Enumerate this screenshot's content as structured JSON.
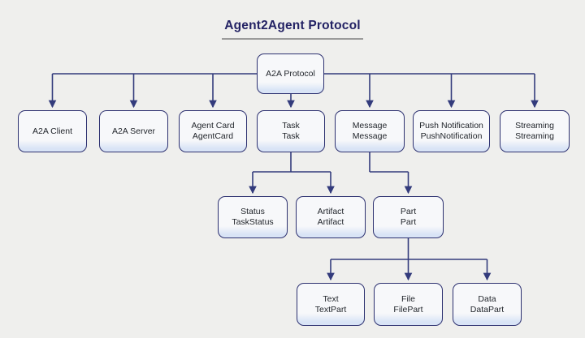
{
  "title": "Agent2Agent Protocol",
  "diagram": {
    "nodes": [
      {
        "id": "a2a-protocol",
        "lines": [
          "A2A Protocol"
        ]
      },
      {
        "id": "a2a-client",
        "lines": [
          "A2A Client"
        ]
      },
      {
        "id": "a2a-server",
        "lines": [
          "A2A Server"
        ]
      },
      {
        "id": "agent-card",
        "lines": [
          "Agent Card",
          "AgentCard"
        ]
      },
      {
        "id": "task",
        "lines": [
          "Task",
          "Task"
        ]
      },
      {
        "id": "message",
        "lines": [
          "Message",
          "Message"
        ]
      },
      {
        "id": "push-notification",
        "lines": [
          "Push Notification",
          "PushNotification"
        ]
      },
      {
        "id": "streaming",
        "lines": [
          "Streaming",
          "Streaming"
        ]
      },
      {
        "id": "status",
        "lines": [
          "Status",
          "TaskStatus"
        ]
      },
      {
        "id": "artifact",
        "lines": [
          "Artifact",
          "Artifact"
        ]
      },
      {
        "id": "part",
        "lines": [
          "Part",
          "Part"
        ]
      },
      {
        "id": "text",
        "lines": [
          "Text",
          "TextPart"
        ]
      },
      {
        "id": "file",
        "lines": [
          "File",
          "FilePart"
        ]
      },
      {
        "id": "data",
        "lines": [
          "Data",
          "DataPart"
        ]
      }
    ],
    "edges": [
      {
        "from": "a2a-protocol",
        "to": "a2a-client"
      },
      {
        "from": "a2a-protocol",
        "to": "a2a-server"
      },
      {
        "from": "a2a-protocol",
        "to": "agent-card"
      },
      {
        "from": "a2a-protocol",
        "to": "task"
      },
      {
        "from": "a2a-protocol",
        "to": "message"
      },
      {
        "from": "a2a-protocol",
        "to": "push-notification"
      },
      {
        "from": "a2a-protocol",
        "to": "streaming"
      },
      {
        "from": "task",
        "to": "status"
      },
      {
        "from": "task",
        "to": "artifact"
      },
      {
        "from": "message",
        "to": "part"
      },
      {
        "from": "part",
        "to": "text"
      },
      {
        "from": "part",
        "to": "file"
      },
      {
        "from": "part",
        "to": "data"
      }
    ],
    "colors": {
      "background": "#efefed",
      "node_border": "#2d3170",
      "node_fill": "#f7f8fa",
      "node_bottom": "#d9e4f6",
      "node_text": "#1f2329",
      "connector": "#333b7c",
      "title": "#232264",
      "underline": "#9b9b9b"
    }
  }
}
